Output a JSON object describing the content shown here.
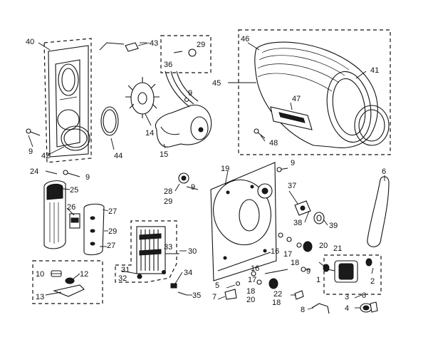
{
  "diagram": {
    "callouts": [
      "40",
      "43",
      "29",
      "36",
      "46",
      "45",
      "41",
      "47",
      "48",
      "9",
      "42",
      "44",
      "14",
      "15",
      "24",
      "25",
      "26",
      "27",
      "29",
      "28",
      "19",
      "37",
      "38",
      "39",
      "6",
      "10",
      "12",
      "13",
      "33",
      "30",
      "31",
      "32",
      "34",
      "35",
      "5",
      "7",
      "16",
      "17",
      "18",
      "20",
      "21",
      "22",
      "2",
      "1",
      "3",
      "4",
      "8"
    ]
  }
}
